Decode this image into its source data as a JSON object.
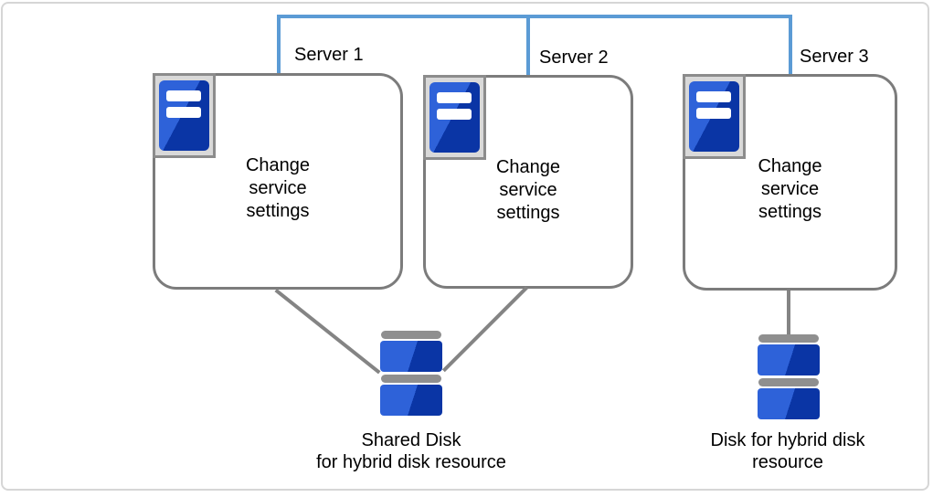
{
  "servers": [
    {
      "label": "Server 1",
      "body_text": "Change service settings"
    },
    {
      "label": "Server 2",
      "body_text": "Change service settings"
    },
    {
      "label": "Server 3",
      "body_text": "Change service settings"
    }
  ],
  "disks": [
    {
      "label": "Shared Disk\nfor hybrid disk resource"
    },
    {
      "label": "Disk for hybrid disk\nresource"
    }
  ],
  "colors": {
    "network_line": "#5B9BD5",
    "connector_line": "#848484",
    "box_border": "#7C7C7C",
    "canvas_border": "#D6D6D6",
    "icon_frame_fill": "#D9D9D9",
    "icon_frame_border": "#8C8C8C",
    "icon_blue_light": "#2E62D9",
    "icon_blue_dark": "#0A35A5",
    "disk_cap_gray": "#8F8F8F"
  }
}
